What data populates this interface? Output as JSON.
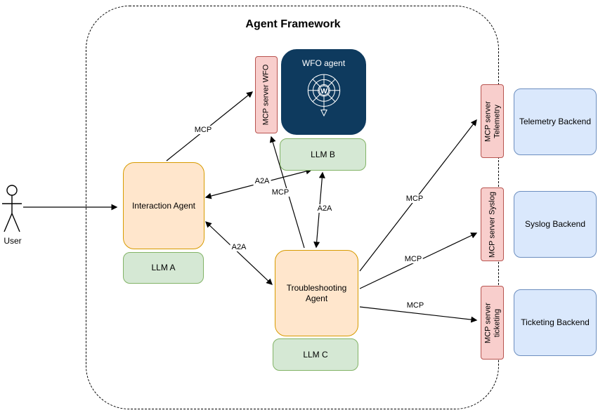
{
  "title": "Agent Framework",
  "user": {
    "label": "User"
  },
  "nodes": {
    "interaction_agent": {
      "label": "Interaction Agent",
      "type": "agent"
    },
    "llm_a": {
      "label": "LLM A",
      "type": "llm"
    },
    "mcp_server_wfo": {
      "label": "MCP server WFO",
      "type": "mcp-server"
    },
    "wfo_agent": {
      "label": "WFO agent",
      "type": "agent",
      "icon": "spider-web-icon"
    },
    "llm_b": {
      "label": "LLM B",
      "type": "llm"
    },
    "troubleshooting_agent": {
      "label": "Troubleshooting Agent",
      "type": "agent"
    },
    "llm_c": {
      "label": "LLM C",
      "type": "llm"
    },
    "mcp_server_telemetry": {
      "label": "MCP server Telemetry",
      "type": "mcp-server"
    },
    "telemetry_backend": {
      "label": "Telemetry Backend",
      "type": "backend"
    },
    "mcp_server_syslog": {
      "label": "MCP server Syslog",
      "type": "mcp-server"
    },
    "syslog_backend": {
      "label": "Syslog Backend",
      "type": "backend"
    },
    "mcp_server_ticketing": {
      "label": "MCP server ticketing",
      "type": "mcp-server"
    },
    "ticketing_backend": {
      "label": "Ticketing Backend",
      "type": "backend"
    }
  },
  "edges": [
    {
      "from": "User",
      "to": "Interaction Agent",
      "label": "",
      "bidirectional": false
    },
    {
      "from": "Interaction Agent",
      "to": "MCP server WFO",
      "label": "MCP",
      "bidirectional": false
    },
    {
      "from": "Interaction Agent",
      "to": "LLM B",
      "label": "A2A",
      "bidirectional": true
    },
    {
      "from": "Troubleshooting Agent",
      "to": "MCP server WFO",
      "label": "MCP",
      "bidirectional": false
    },
    {
      "from": "LLM B",
      "to": "Troubleshooting Agent",
      "label": "A2A",
      "bidirectional": true
    },
    {
      "from": "Interaction Agent",
      "to": "Troubleshooting Agent",
      "label": "A2A",
      "bidirectional": true
    },
    {
      "from": "Troubleshooting Agent",
      "to": "MCP server Telemetry",
      "label": "MCP",
      "bidirectional": false
    },
    {
      "from": "Troubleshooting Agent",
      "to": "MCP server Syslog",
      "label": "MCP",
      "bidirectional": false
    },
    {
      "from": "Troubleshooting Agent",
      "to": "MCP server ticketing",
      "label": "MCP",
      "bidirectional": false
    },
    {
      "from": "WFO agent",
      "to": "LLM B",
      "label": "",
      "bidirectional": false
    }
  ],
  "colors": {
    "agent_fill": "#ffe6cc",
    "agent_stroke": "#d79b00",
    "llm_fill": "#d5e8d4",
    "llm_stroke": "#82b366",
    "mcp_server_fill": "#f8cecc",
    "mcp_server_stroke": "#b85450",
    "backend_fill": "#dae8fc",
    "backend_stroke": "#6c8ebf",
    "wfo_agent_fill": "#0e3a5e",
    "frame_border": "#000000"
  }
}
